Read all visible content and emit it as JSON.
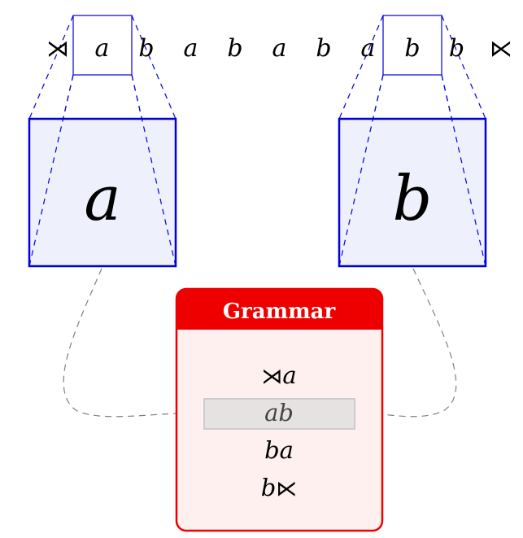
{
  "sequence": [
    "⋊",
    "a",
    "b",
    "a",
    "b",
    "a",
    "b",
    "a",
    "b",
    "b",
    "⋉"
  ],
  "selections": [
    {
      "index": 1,
      "letter": "a"
    },
    {
      "index": 8,
      "letter": "b"
    }
  ],
  "grammar": {
    "title": "Grammar",
    "rules": [
      {
        "text": "⋊a",
        "highlighted": false
      },
      {
        "text": "ab",
        "highlighted": true
      },
      {
        "text": "ba",
        "highlighted": false
      },
      {
        "text": "b⋉",
        "highlighted": false
      }
    ]
  },
  "colors": {
    "blue": "#0000dd",
    "blue_fill": "#eef0fc",
    "red": "#ee0000",
    "red_fill": "#fdf0ef",
    "highlight_fill": "#e7e2e2",
    "highlight_stroke": "#cccccc",
    "connector": "#808080"
  }
}
